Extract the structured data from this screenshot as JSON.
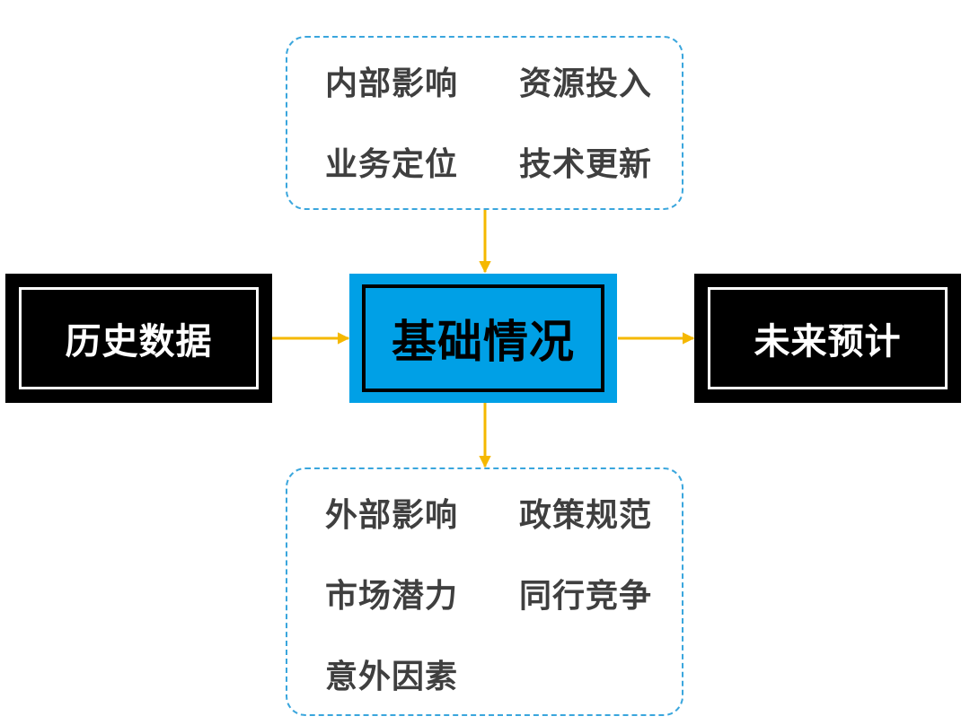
{
  "diagram": {
    "center": {
      "label": "基础情况"
    },
    "left": {
      "label": "历史数据"
    },
    "right": {
      "label": "未来预计"
    },
    "top_group": {
      "items": [
        "内部影响",
        "资源投入",
        "业务定位",
        "技术更新"
      ]
    },
    "bottom_group": {
      "items": [
        "外部影响",
        "政策规范",
        "市场潜力",
        "同行竞争",
        "意外因素"
      ]
    }
  },
  "colors": {
    "center_fill": "#00a0e6",
    "side_fill": "#000000",
    "arrow": "#f5b800",
    "dashed_border": "#3aa6dd",
    "factor_text": "#3f3f3f"
  }
}
